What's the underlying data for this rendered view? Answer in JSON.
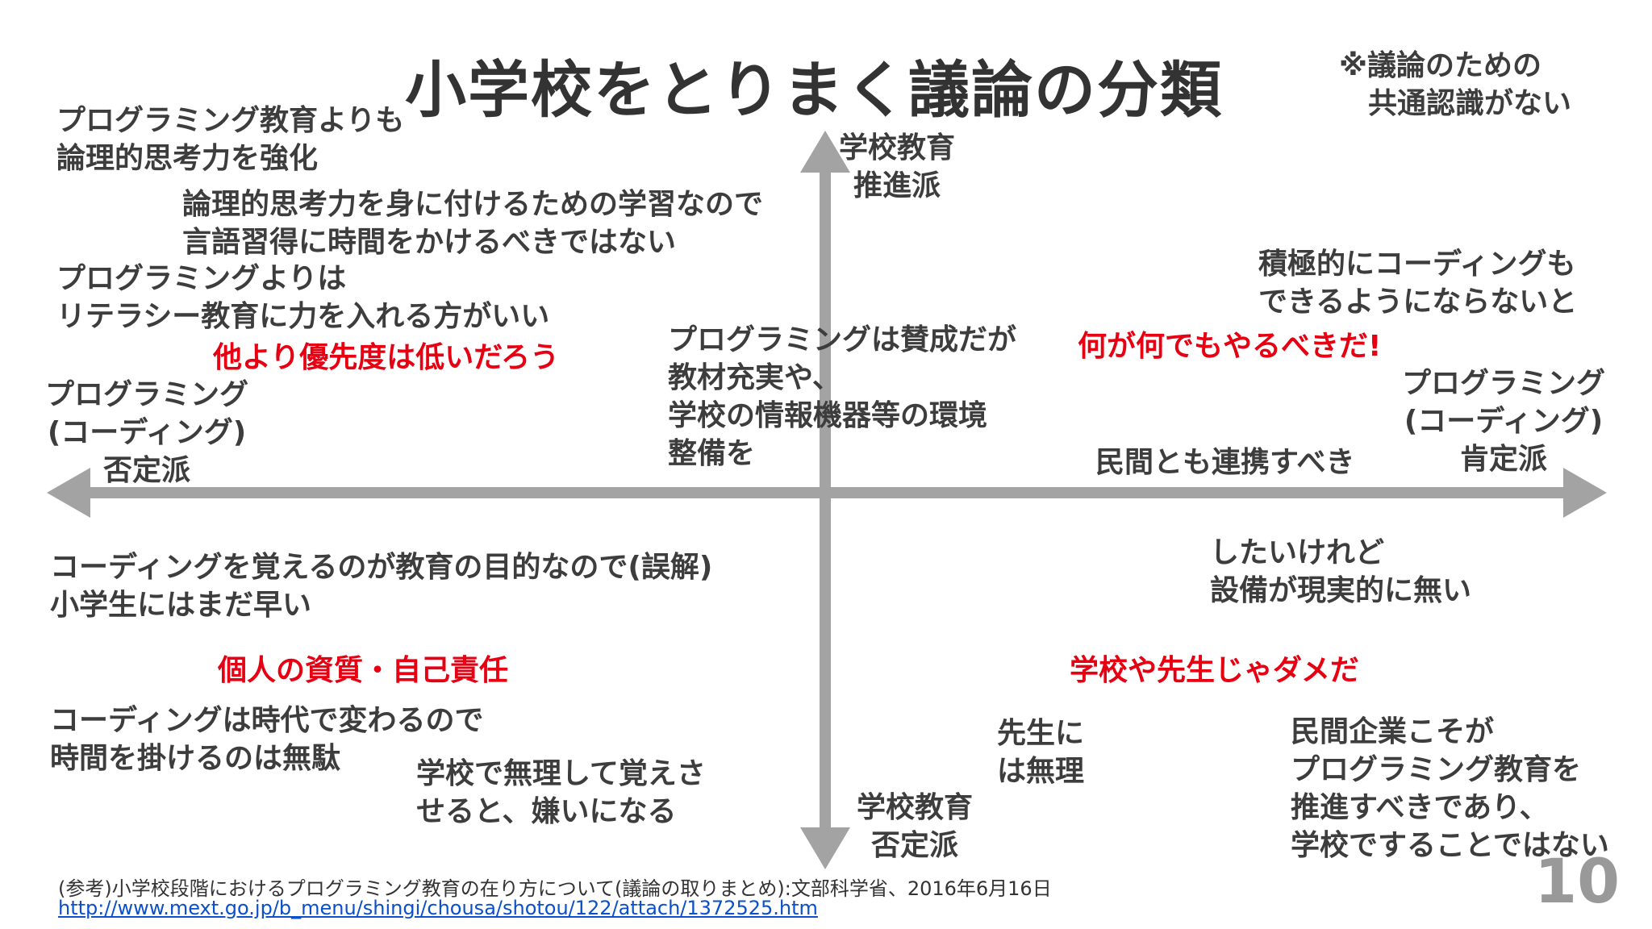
{
  "title": "小学校をとりまく議論の分類",
  "note": "※議論のための\n　共通認識がない",
  "axis_labels": {
    "top": "学校教育\n推進派",
    "bottom": "学校教育\n否定派",
    "left": "プログラミング\n(コーディング)\n否定派",
    "right": "プログラミング\n(コーディング)\n肯定派"
  },
  "quadrants": {
    "top_left": {
      "items": [
        "プログラミング教育よりも\n論理的思考力を強化",
        "論理的思考力を身に付けるための学習なので\n言語習得に時間をかけるべきではない",
        "プログラミングよりは\nリテラシー教育に力を入れる方がいい"
      ],
      "highlight": "他より優先度は低いだろう"
    },
    "top_center": "プログラミングは賛成だが\n教材充実や、\n学校の情報機器等の環境\n整備を",
    "top_right": {
      "items": [
        "積極的にコーディングも\nできるようにならないと",
        "民間とも連携すべき"
      ],
      "highlight": "何が何でもやるべきだ!"
    },
    "bottom_left": {
      "items": [
        "コーディングを覚えるのが教育の目的なので(誤解)\n小学生にはまだ早い",
        "コーディングは時代で変わるので\n時間を掛けるのは無駄",
        "学校で無理して覚えさ\nせると、嫌いになる"
      ],
      "highlight": "個人の資質・自己責任"
    },
    "bottom_right": {
      "items": [
        "したいけれど\n設備が現実的に無い",
        "先生に\nは無理",
        "民間企業こそが\nプログラミング教育を\n推進すべきであり、\n学校ですることではない"
      ],
      "highlight": "学校や先生じゃダメだ"
    }
  },
  "footnote": {
    "reference": "(参考)小学校段階におけるプログラミング教育の在り方について(議論の取りまとめ):文部科学省、2016年6月16日",
    "url": "http://www.mext.go.jp/b_menu/shingi/chousa/shotou/122/attach/1372525.htm"
  },
  "page_number": "10",
  "colors": {
    "axis": "#a3a3a3",
    "text": "#3d3d3d",
    "highlight": "#e60012",
    "link": "#0a4fcc",
    "page_number": "#999999"
  }
}
